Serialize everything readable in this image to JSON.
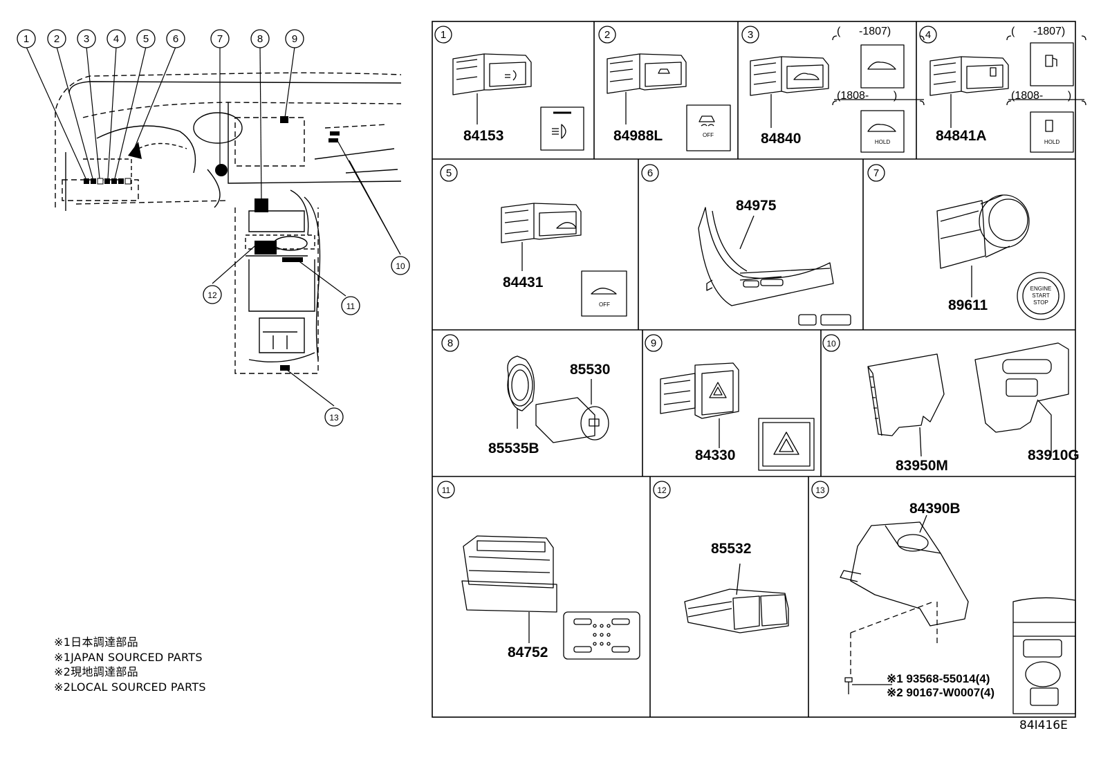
{
  "overview_callouts": [
    "1",
    "2",
    "3",
    "4",
    "5",
    "6",
    "7",
    "8",
    "9",
    "10",
    "11",
    "12",
    "13"
  ],
  "cells": [
    {
      "id": "1",
      "parts": [
        "84153"
      ]
    },
    {
      "id": "2",
      "parts": [
        "84988L"
      ],
      "icon_text": "OFF"
    },
    {
      "id": "3",
      "parts": [
        "84840"
      ],
      "ranges": [
        "(      -1807)",
        "(1808-        )"
      ],
      "icon_text": "HOLD"
    },
    {
      "id": "4",
      "parts": [
        "84841A"
      ],
      "ranges": [
        "(      -1807)",
        "(1808-        )"
      ],
      "icon_text": "HOLD"
    },
    {
      "id": "5",
      "parts": [
        "84431"
      ],
      "icon_text": "OFF"
    },
    {
      "id": "6",
      "parts": [
        "84975"
      ]
    },
    {
      "id": "7",
      "parts": [
        "89611"
      ],
      "icon_text": [
        "ENGINE",
        "START",
        "STOP"
      ]
    },
    {
      "id": "8",
      "parts": [
        "85530",
        "85535B"
      ]
    },
    {
      "id": "9",
      "parts": [
        "84330"
      ]
    },
    {
      "id": "10",
      "parts": [
        "83950M",
        "83910G"
      ]
    },
    {
      "id": "11",
      "parts": [
        "84752"
      ]
    },
    {
      "id": "12",
      "parts": [
        "85532"
      ]
    },
    {
      "id": "13",
      "parts": [
        "84390B"
      ],
      "fasteners": [
        "※1 93568-55014(4)",
        "※2 90167-W0007(4)"
      ]
    }
  ],
  "notes": [
    "※1日本調達部品",
    "※1JAPAN SOURCED PARTS",
    "※2現地調達部品",
    "※2LOCAL SOURCED PARTS"
  ],
  "drawing_code": "84I416E"
}
